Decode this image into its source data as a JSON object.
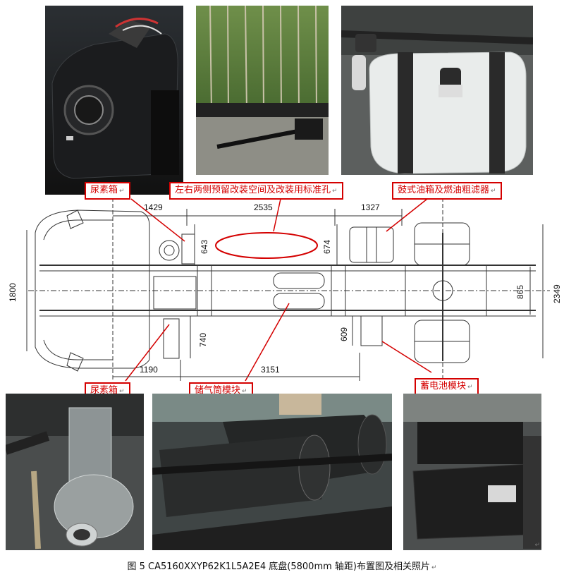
{
  "callouts": {
    "urea_tank_top": "尿素箱",
    "mounting_space": "左右两侧预留改装空间及改装用标准孔",
    "fuel_tank": "鼓式油箱及燃油粗滤器",
    "urea_tank_bottom": "尿素箱",
    "air_tank": "储气筒模块",
    "battery": "蓄电池模块"
  },
  "paragraph_mark": "↵",
  "dimensions": {
    "d1429": "1429",
    "d2535": "2535",
    "d1327": "1327",
    "d643": "643",
    "d674": "674",
    "d1800": "1800",
    "d865": "865",
    "d2349": "2349",
    "d740": "740",
    "d609": "609",
    "d1190": "1190",
    "d3151": "3151"
  },
  "caption": "图 5    CA5160XXYP62K1L5A2E4 底盘(5800mm 轴距)布置图及相关照片"
}
